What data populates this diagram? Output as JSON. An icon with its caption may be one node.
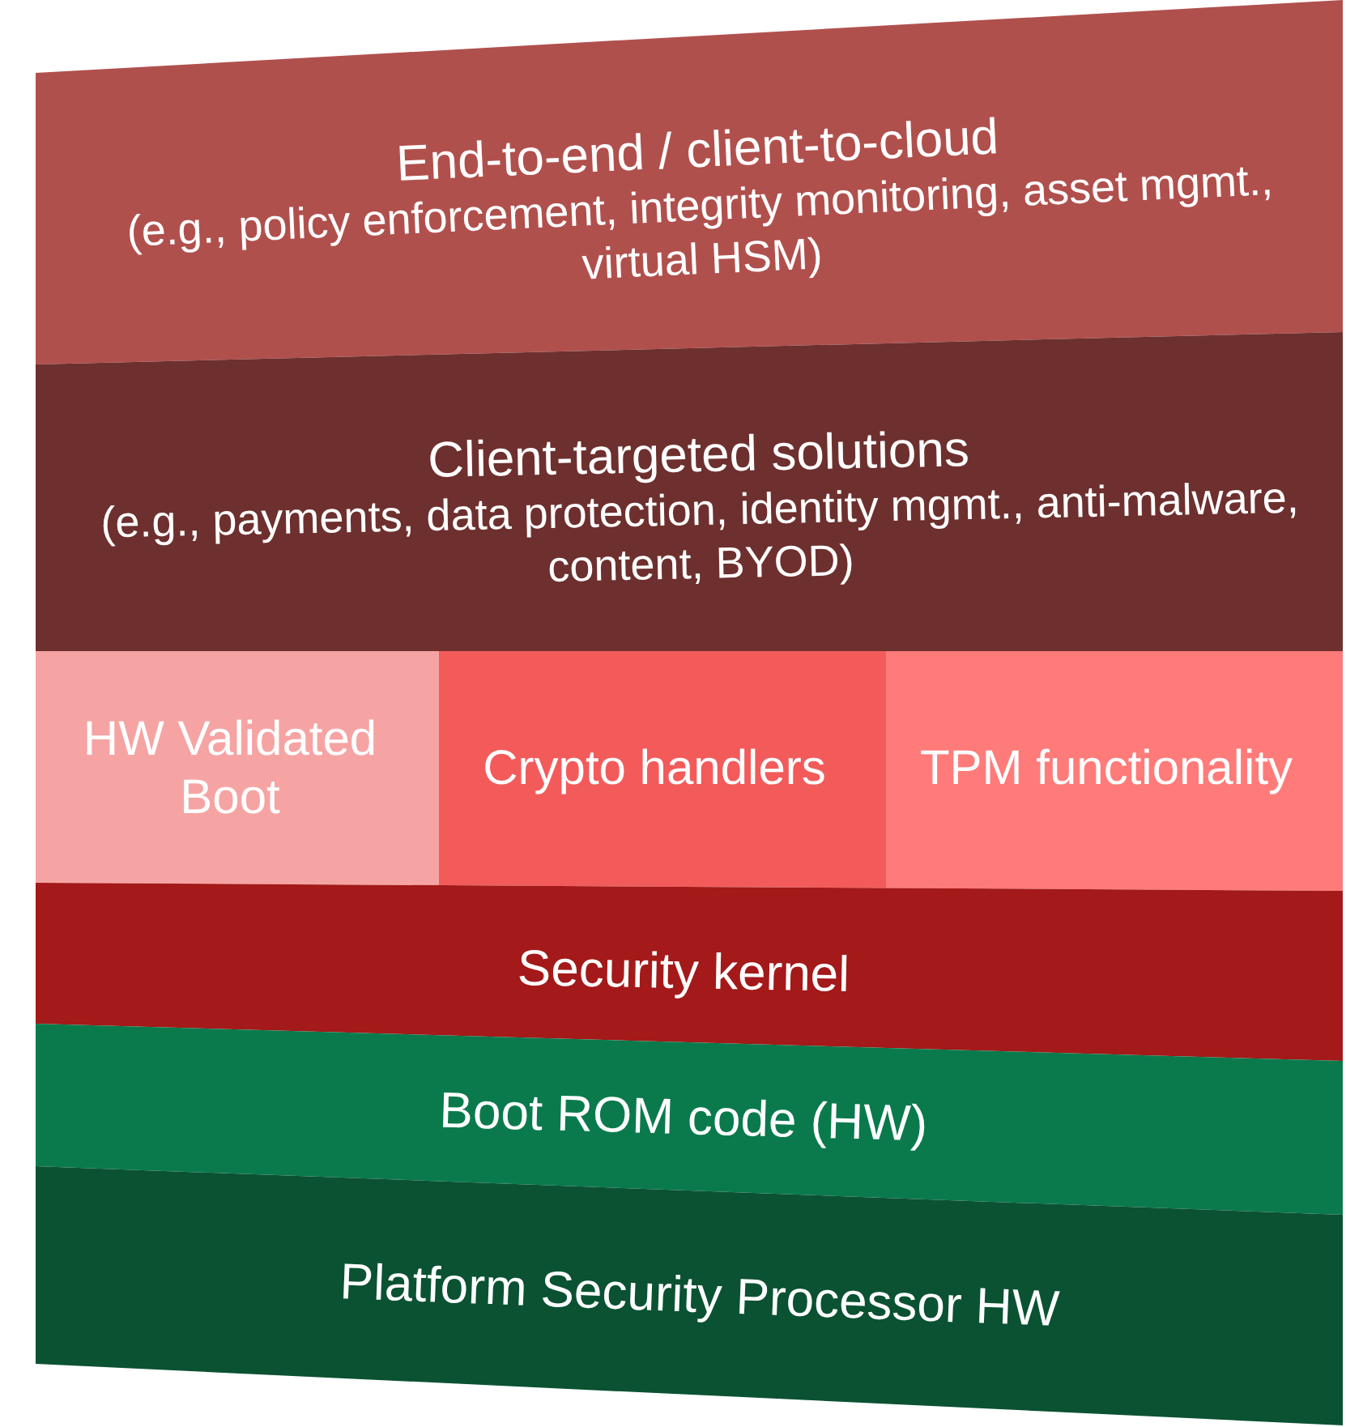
{
  "diagram": {
    "nodes": [
      {
        "text": [
          "End-to-end / client-to-cloud",
          "(e.g., policy enforcement, integrity monitoring, asset mgmt., virtual HSM)"
        ]
      },
      {
        "text": [
          "Client-targeted solutions",
          "(e.g., payments, data protection, identity mgmt., anti-malware, content, BYOD)"
        ]
      },
      {
        "text": [
          "HW Validated Boot"
        ]
      },
      {
        "text": [
          "Crypto handlers"
        ]
      },
      {
        "text": [
          "TPM functionality"
        ]
      },
      {
        "text": [
          "Security kernel"
        ]
      },
      {
        "text": [
          "Boot ROM code (HW)"
        ]
      },
      {
        "text": [
          "Platform Security Processor HW"
        ]
      }
    ]
  }
}
